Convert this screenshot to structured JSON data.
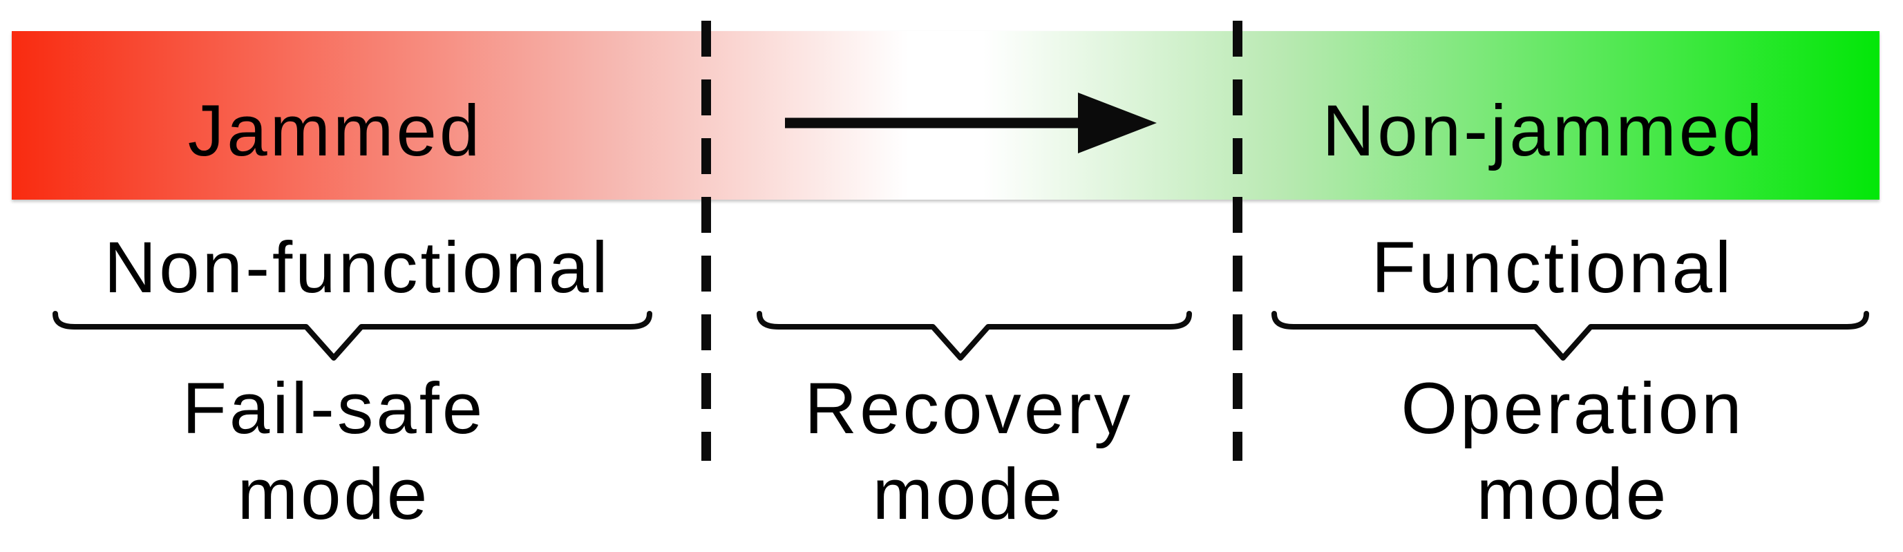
{
  "figure": {
    "bar": {
      "left_state": "Jammed",
      "right_state": "Non-jammed",
      "gradient_css": "linear-gradient(90deg, #f92b10 0%, #f6b7b0 32%, #ffffff 48%, #ffffff 52%, #b9e9b2 68%, #02e708 100%)"
    },
    "status": {
      "left": "Non-functional",
      "right": "Functional"
    },
    "modes": [
      {
        "label": "Fail-safe",
        "sublabel": "mode"
      },
      {
        "label": "Recovery",
        "sublabel": "mode"
      },
      {
        "label": "Operation",
        "sublabel": "mode"
      }
    ],
    "colors": {
      "jammed_red": "#f92b10",
      "transition_white": "#ffffff",
      "non_jammed_green": "#02e708",
      "text": "#000000",
      "line": "#0b0b0b"
    }
  }
}
